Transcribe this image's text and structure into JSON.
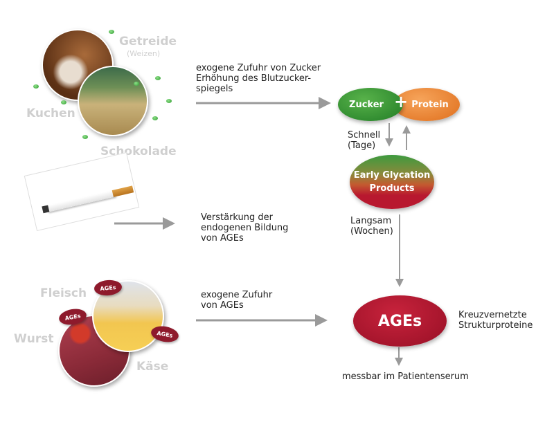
{
  "foods_sugar": {
    "labels": {
      "getreide": "Getreide",
      "weizen": "(Weizen)",
      "kuchen": "Kuchen",
      "schokolade": "Schokolade"
    }
  },
  "foods_ages": {
    "labels": {
      "fleisch": "Fleisch",
      "wurst": "Wurst",
      "kaese": "Käse"
    },
    "badge": "AGEs"
  },
  "arrows": {
    "sugar_intake": [
      "exogene Zufuhr von Zucker",
      "Erhöhung des Blutzucker-",
      "spiegels"
    ],
    "smoking": [
      "Verstärkung der",
      "endogenen Bildung",
      "von AGEs"
    ],
    "ages_intake": [
      "exogene Zufuhr",
      "von AGEs"
    ]
  },
  "nodes": {
    "zucker": "Zucker",
    "plus": "+",
    "protein": "Protein",
    "early": [
      "Early Glycation",
      "Products"
    ],
    "ages": "AGEs"
  },
  "transitions": {
    "fast": [
      "Schnell",
      "(Tage)"
    ],
    "slow": [
      "Langsam",
      "(Wochen)"
    ]
  },
  "annotations": {
    "crosslinked": [
      "Kreuzvernetzte",
      "Strukturproteine"
    ],
    "measurable": "messbar im Patientenserum"
  },
  "colors": {
    "green": "#3a9a3a",
    "orange": "#ee8a3a",
    "red": "#b5182f",
    "arrow": "#9a9a9a",
    "label_gray": "#cfcfcf"
  }
}
